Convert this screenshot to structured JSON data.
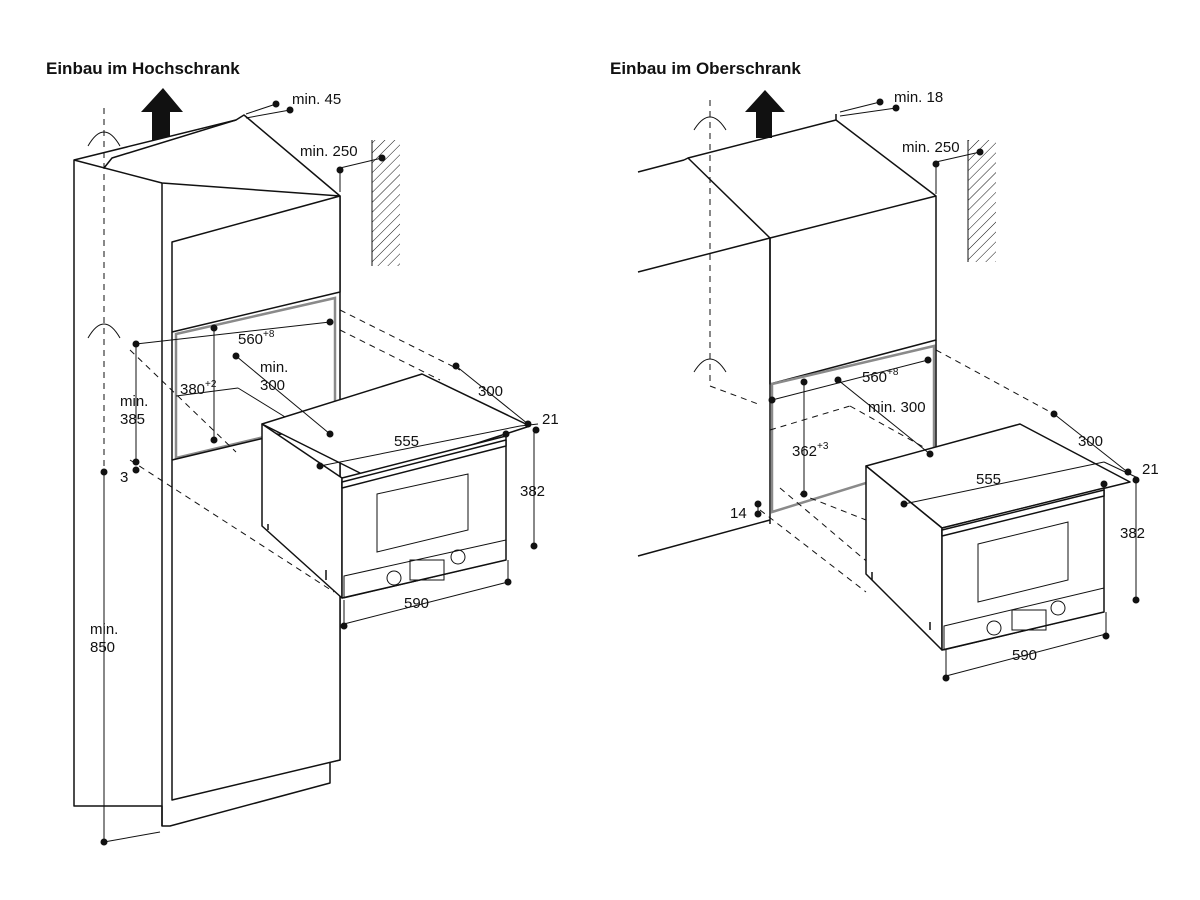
{
  "panels": {
    "left": {
      "title": "Einbau im Hochschrank",
      "dims": {
        "top_clearance": "min. 45",
        "wall_clearance": "min. 250",
        "niche_width": "560",
        "niche_width_tol": "+8",
        "niche_height": "380",
        "niche_height_tol": "+2",
        "niche_depth_min_a": "min.",
        "niche_depth_min_b": "300",
        "floor_height_a": "min.",
        "floor_height_b": "385",
        "gap": "3",
        "cabinet_height_a": "min.",
        "cabinet_height_b": "850",
        "device_depth": "300",
        "front_depth": "21",
        "device_width": "555",
        "device_height": "382",
        "front_width": "590"
      }
    },
    "right": {
      "title": "Einbau im Oberschrank",
      "dims": {
        "top_clearance": "min. 18",
        "wall_clearance": "min. 250",
        "niche_width": "560",
        "niche_width_tol": "+8",
        "niche_depth": "min. 300",
        "niche_height": "362",
        "niche_height_tol": "+3",
        "gap": "14",
        "device_depth": "300",
        "front_depth": "21",
        "device_width": "555",
        "device_height": "382",
        "front_width": "590"
      }
    }
  }
}
